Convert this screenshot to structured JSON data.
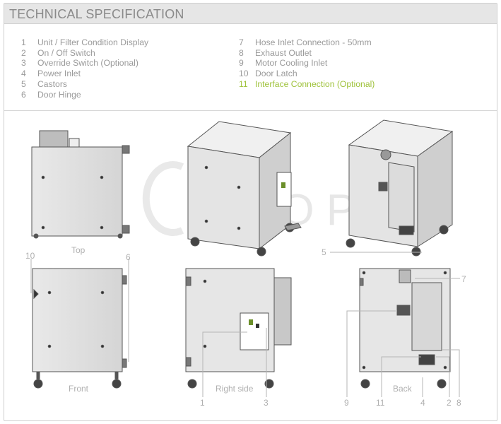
{
  "header": {
    "title": "TECHNICAL SPECIFICATION"
  },
  "spec_list_left": [
    {
      "num": "1",
      "label": "Unit / Filter Condition Display"
    },
    {
      "num": "2",
      "label": "On / Off Switch"
    },
    {
      "num": "3",
      "label": "Override Switch (Optional)"
    },
    {
      "num": "4",
      "label": "Power Inlet"
    },
    {
      "num": "5",
      "label": "Castors"
    },
    {
      "num": "6",
      "label": "Door Hinge"
    }
  ],
  "spec_list_right": [
    {
      "num": "7",
      "label": "Hose Inlet Connection - 50mm"
    },
    {
      "num": "8",
      "label": "Exhaust Outlet"
    },
    {
      "num": "9",
      "label": "Motor Cooling Inlet"
    },
    {
      "num": "10",
      "label": "Door Latch"
    },
    {
      "num": "11",
      "label": "Interface Connection (Optional)"
    }
  ],
  "view_labels": {
    "top": "Top",
    "front": "Front",
    "right_side": "Right side",
    "back": "Back"
  },
  "callouts": {
    "c1": "1",
    "c2": "2",
    "c3": "3",
    "c4": "4",
    "c5": "5",
    "c6": "6",
    "c7": "7",
    "c8": "8",
    "c9": "9",
    "c10": "10",
    "c11": "11"
  },
  "watermark": "ERGO PLAN",
  "colors": {
    "accent_green": "#9fc23b",
    "text_grey": "#9a9a9a",
    "header_bg": "#e6e6e6"
  }
}
